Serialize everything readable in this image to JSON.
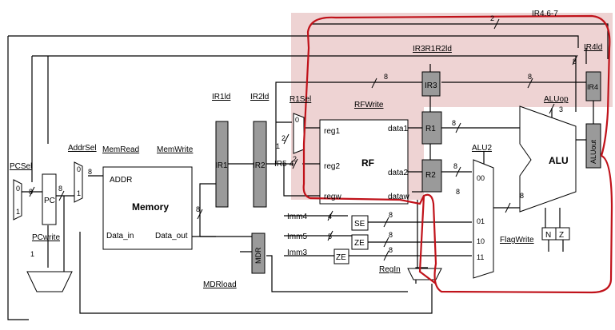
{
  "blocks": {
    "memory": "Memory",
    "rf": "RF",
    "alu": "ALU",
    "pc": "PC",
    "ir1": "IR1",
    "ir2": "IR2",
    "ir3": "IR3",
    "ir4": "IR4",
    "r1": "R1",
    "r2": "R2",
    "mdr": "MDR",
    "aluout": "ALUout",
    "se": "SE",
    "ze1": "ZE",
    "ze2": "ZE",
    "flag_n": "N",
    "flag_z": "Z"
  },
  "control_signals": {
    "pcsel": "PCSel",
    "pcwrite": "PCwrite",
    "addrsel": "AddrSel",
    "memread": "MemRead",
    "memwrite": "MemWrite",
    "ir1ld": "IR1ld",
    "ir2ld": "IR2ld",
    "r1sel": "R1Sel",
    "rfwrite": "RFWrite",
    "ir3r1r2ld": "IR3R1R2ld",
    "ir4ld": "IR4ld",
    "aluop": "ALUop",
    "alu2": "ALU2",
    "flagwrite": "FlagWrite",
    "regin": "RegIn",
    "mdrload": "MDRload"
  },
  "ports": {
    "addr": "ADDR",
    "data_in": "Data_in",
    "data_out": "Data_out",
    "reg1": "reg1",
    "reg2": "reg2",
    "regw": "regw",
    "data1": "data1",
    "data2": "data2",
    "dataw": "dataw"
  },
  "fields": {
    "ir46_7": "IR4.6-7",
    "ir5_4": "IR5-4",
    "imm4": "Imm4",
    "imm5": "Imm5",
    "imm3": "Imm3"
  },
  "numbers": {
    "n0": "0",
    "n1": "1",
    "n2": "2",
    "n3": "3",
    "n4": "4",
    "n5": "5",
    "n8": "8",
    "m00": "00",
    "m01": "01",
    "m10": "10",
    "m11": "11"
  },
  "colors": {
    "highlight": "#e8c4c4",
    "annotation": "#c0121a",
    "register_fill": "#9a9a9a"
  }
}
